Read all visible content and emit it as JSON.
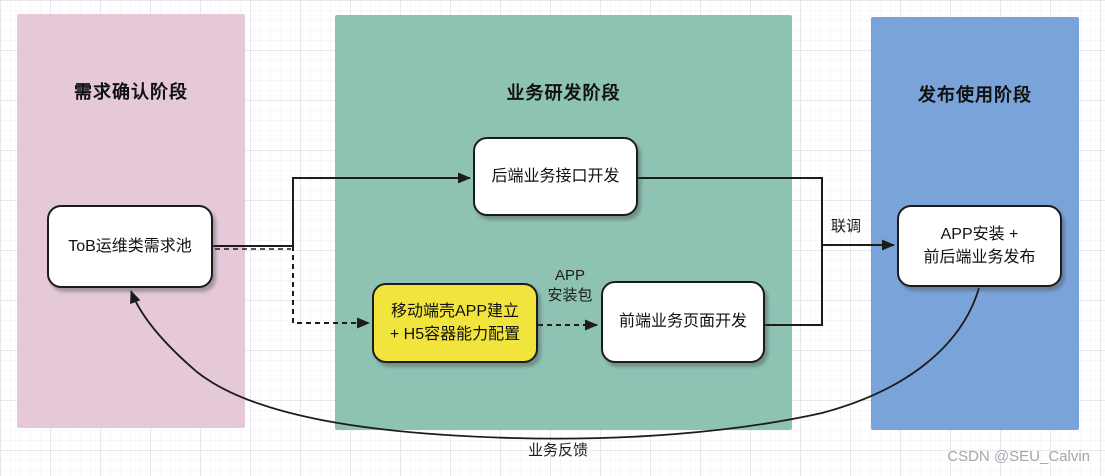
{
  "phases": [
    {
      "id": "requirements",
      "label": "需求确认阶段",
      "color": "#e5c9d9"
    },
    {
      "id": "development",
      "label": "业务研发阶段",
      "color": "#8ec3b4"
    },
    {
      "id": "release",
      "label": "发布使用阶段",
      "color": "#7aa4d9"
    }
  ],
  "nodes": {
    "tob_pool": {
      "label": "ToB运维类需求池",
      "fill": "#ffffff"
    },
    "backend_dev": {
      "label": "后端业务接口开发",
      "fill": "#ffffff"
    },
    "shell_app": {
      "line1": "移动端壳APP建立",
      "line2": "+ H5容器能力配置",
      "fill": "#f1e43d"
    },
    "frontend_dev": {
      "label": "前端业务页面开发",
      "fill": "#ffffff"
    },
    "app_release": {
      "line1": "APP安装 +",
      "line2": "前后端业务发布",
      "fill": "#ffffff"
    }
  },
  "edge_labels": {
    "app_package_line1": "APP",
    "app_package_line2": "安装包",
    "joint_debugging": "联调",
    "business_feedback": "业务反馈"
  },
  "line_color": "#1c1c1c",
  "watermark": "CSDN @SEU_Calvin"
}
